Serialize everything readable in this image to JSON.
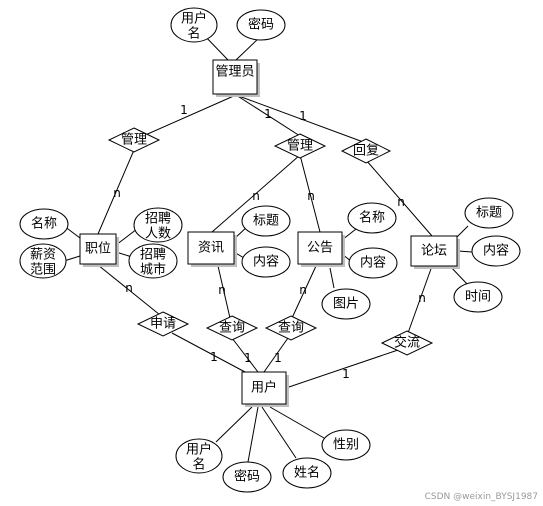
{
  "entities": {
    "admin": "管理员",
    "job": "职位",
    "news": "资讯",
    "notice": "公告",
    "forum": "论坛",
    "user": "用户"
  },
  "relationships": {
    "manage_job": "管理",
    "manage_content": "管理",
    "reply": "回复",
    "apply": "申请",
    "query_news": "查询",
    "query_notice": "查询",
    "communicate": "交流"
  },
  "attributes": {
    "admin_username": "用户名",
    "admin_password": "密码",
    "job_name": "名称",
    "job_salary": "薪资范围",
    "job_headcount": "招聘人数",
    "job_city": "招聘城市",
    "news_title": "标题",
    "news_content": "内容",
    "notice_name": "名称",
    "notice_content": "内容",
    "notice_image": "图片",
    "forum_title": "标题",
    "forum_content": "内容",
    "forum_time": "时间",
    "user_username": "用户名",
    "user_password": "密码",
    "user_name": "姓名",
    "user_gender": "性别"
  },
  "cardinalities": {
    "admin_manage_job": "1",
    "admin_manage_content": "1",
    "admin_reply": "1",
    "manage_job": "n",
    "manage_news": "n",
    "manage_notice": "n",
    "reply_forum": "n",
    "job_apply": "n",
    "news_query": "n",
    "notice_query": "n",
    "forum_communicate": "n",
    "user_apply": "1",
    "user_query_news": "1",
    "user_query_notice": "1",
    "user_communicate": "1"
  },
  "watermark": "CSDN @weixin_BYSJ1987"
}
